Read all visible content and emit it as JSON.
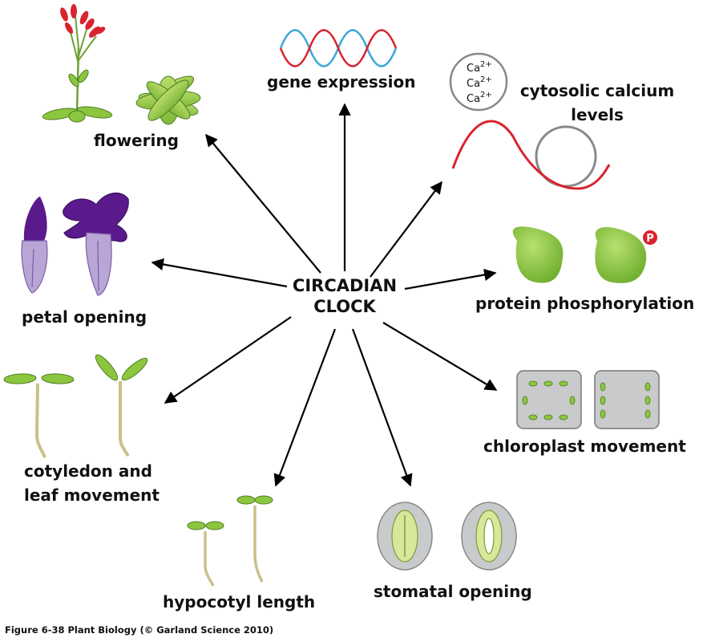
{
  "center": {
    "line1": "CIRCADIAN",
    "line2": "CLOCK"
  },
  "outputs": {
    "flowering": "flowering",
    "gene_expression": "gene expression",
    "calcium_line1": "cytosolic calcium",
    "calcium_line2": "levels",
    "petal": "petal opening",
    "protein": "protein phosphorylation",
    "cotyledon_line1": "cotyledon and",
    "cotyledon_line2": "leaf movement",
    "chloroplast": "chloroplast movement",
    "hypocotyl": "hypocotyl  length",
    "stomatal": "stomatal opening"
  },
  "calcium_icon": {
    "ion": "Ca",
    "charge": "2+"
  },
  "phospho_badge": "P",
  "caption": "Figure 6-38  Plant Biology (© Garland Science 2010)",
  "colors": {
    "arrow": "#000000",
    "helix_red": "#d9232e",
    "helix_blue": "#3aa7d8",
    "plant_green": "#8cc63f",
    "protein_green": "#8dc63f",
    "petal_purple": "#5b1a8c",
    "petal_lilac": "#b9a6d6",
    "guard_gray": "#c8cacb"
  }
}
